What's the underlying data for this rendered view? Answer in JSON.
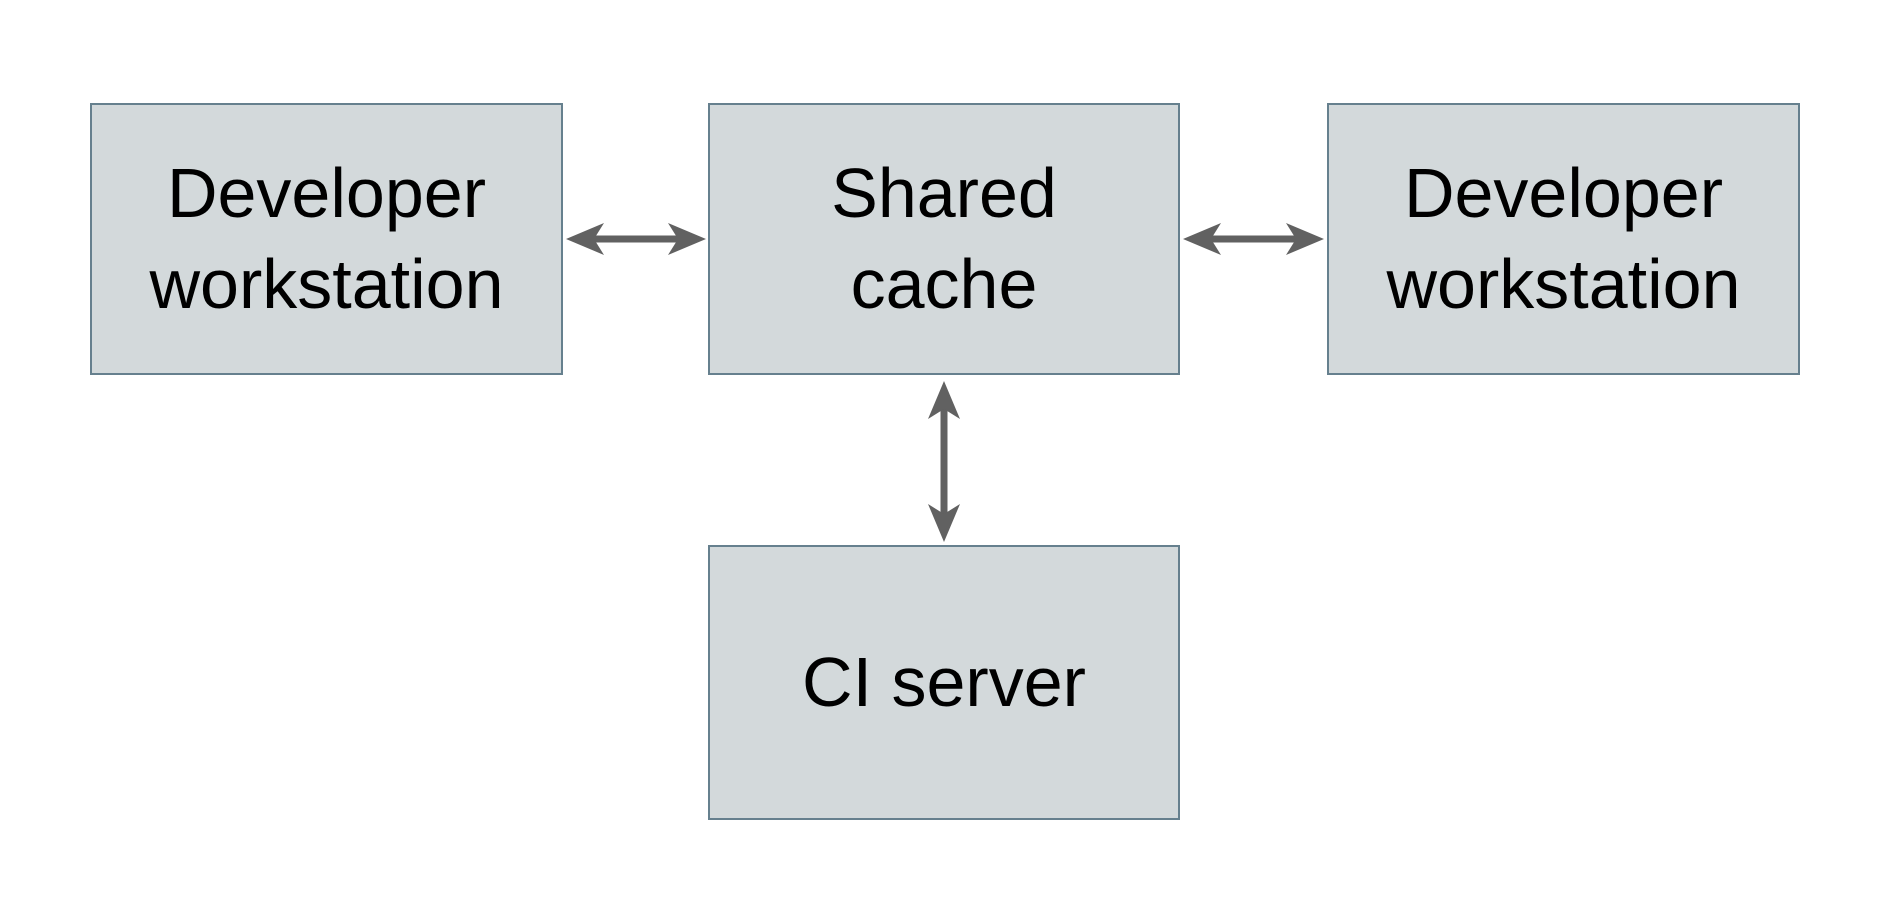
{
  "page": {
    "background_color": "#ffffff"
  },
  "diagram": {
    "type": "architecture-diagram",
    "colors": {
      "node_fill": "#d3d9db",
      "node_border": "#66808e",
      "arrow": "#616161",
      "text": "#000000"
    },
    "nodes": [
      {
        "id": "developer-workstation-left",
        "label": "Developer\nworkstation"
      },
      {
        "id": "shared-cache",
        "label": "Shared\ncache"
      },
      {
        "id": "developer-workstation-right",
        "label": "Developer\nworkstation"
      },
      {
        "id": "ci-server",
        "label": "CI server"
      }
    ],
    "edges": [
      {
        "from": "developer-workstation-left",
        "to": "shared-cache",
        "direction": "bidirectional"
      },
      {
        "from": "shared-cache",
        "to": "developer-workstation-right",
        "direction": "bidirectional"
      },
      {
        "from": "shared-cache",
        "to": "ci-server",
        "direction": "bidirectional"
      }
    ]
  }
}
